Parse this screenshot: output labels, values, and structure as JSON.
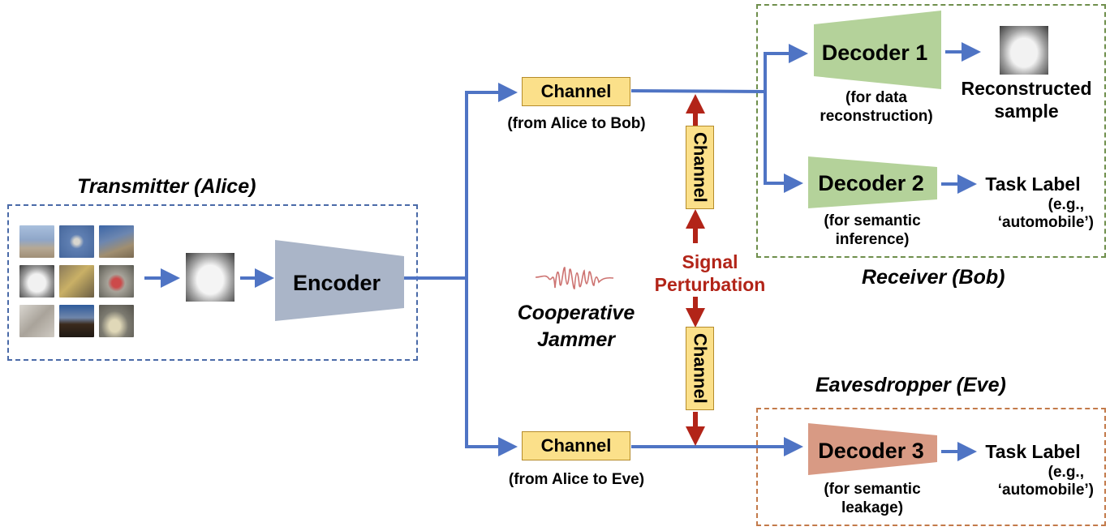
{
  "transmitter": {
    "title": "Transmitter (Alice)",
    "encoder_label": "Encoder",
    "input_samples": [
      "airplane",
      "airplane",
      "airplane",
      "automobile",
      "automobile",
      "automobile",
      "bird",
      "bird",
      "bird"
    ],
    "selected_sample": "automobile"
  },
  "channels": {
    "alice_bob": {
      "label": "Channel",
      "caption": "(from Alice to Bob)"
    },
    "alice_eve": {
      "label": "Channel",
      "caption": "(from Alice to Eve)"
    },
    "jammer_bob": {
      "label": "Channel"
    },
    "jammer_eve": {
      "label": "Channel"
    }
  },
  "jammer": {
    "title_line1": "Cooperative",
    "title_line2": "Jammer",
    "perturbation_line1": "Signal",
    "perturbation_line2": "Perturbation"
  },
  "receiver": {
    "title": "Receiver (Bob)",
    "decoder1": {
      "label": "Decoder 1",
      "caption_line1": "(for data",
      "caption_line2": "reconstruction)"
    },
    "decoder2": {
      "label": "Decoder 2",
      "caption_line1": "(for semantic",
      "caption_line2": "inference)"
    },
    "output1": {
      "line1": "Reconstructed",
      "line2": "sample"
    },
    "output2": {
      "label": "Task Label",
      "line1": "(e.g.,",
      "line2": "‘automobile’)"
    }
  },
  "eavesdropper": {
    "title": "Eavesdropper (Eve)",
    "decoder3": {
      "label": "Decoder 3",
      "caption_line1": "(for semantic",
      "caption_line2": "leakage)"
    },
    "output": {
      "label": "Task Label",
      "line1": "(e.g.,",
      "line2": "‘automobile’)"
    }
  },
  "colors": {
    "flow_arrow": "#4f74c4",
    "jam_arrow": "#b22418",
    "encoder": "#aab5c8",
    "decoder_bob": "#b4d29a",
    "decoder_eve": "#d89a84",
    "channel_fill": "#fbe08a",
    "alice_border": "#4a6aa8",
    "bob_border": "#6f8f4c",
    "eve_border": "#c37a4a"
  }
}
